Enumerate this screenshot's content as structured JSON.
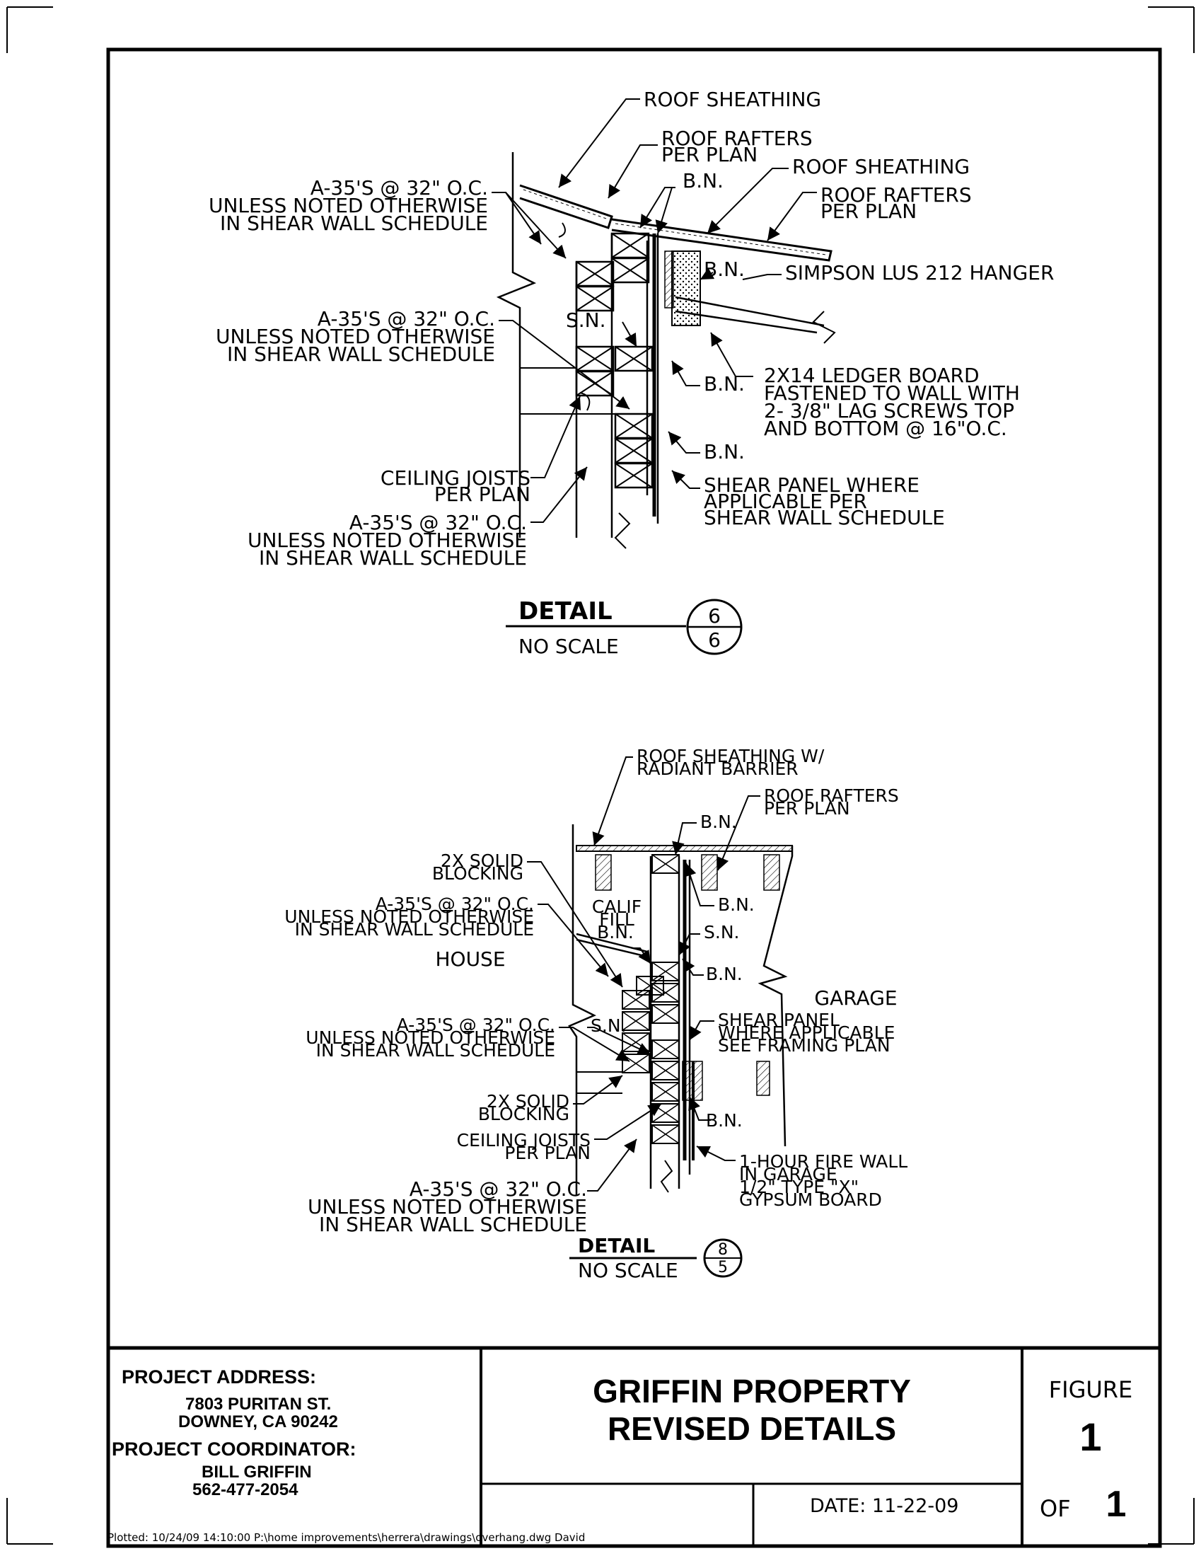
{
  "detail_6": {
    "labels": {
      "roof_sheathing_1": "ROOF SHEATHING",
      "roof_rafters_1a": "ROOF RAFTERS",
      "roof_rafters_1b": "PER PLAN",
      "bn_top": "B.N.",
      "roof_sheathing_2": "ROOF SHEATHING",
      "roof_rafters_2a": "ROOF RAFTERS",
      "roof_rafters_2b": "PER PLAN",
      "a35_1a": "A-35'S @ 32\" O.C.",
      "a35_1b": "UNLESS NOTED OTHERWISE",
      "a35_1c": "IN SHEAR WALL SCHEDULE",
      "bn_hanger": "B.N.",
      "simpson": "SIMPSON LUS 212 HANGER",
      "a35_2a": "A-35'S @ 32\" O.C.",
      "a35_2b": "UNLESS NOTED OTHERWISE",
      "a35_2c": "IN SHEAR WALL SCHEDULE",
      "sn": "S.N.",
      "ledger_a": "2X14 LEDGER BOARD",
      "ledger_b": "FASTENED TO WALL WITH",
      "ledger_c": "2- 3/8\" LAG SCREWS TOP",
      "ledger_d": "AND BOTTOM @ 16\"O.C.",
      "bn_mid": "B.N.",
      "bn_low": "B.N.",
      "ceiling_a": "CEILING JOISTS",
      "ceiling_b": "PER PLAN",
      "shear_a": "SHEAR PANEL WHERE",
      "shear_b": "APPLICABLE PER",
      "shear_c": "SHEAR WALL SCHEDULE",
      "a35_3a": "A-35'S @ 32\" O.C.",
      "a35_3b": "UNLESS NOTED OTHERWISE",
      "a35_3c": "IN SHEAR WALL SCHEDULE"
    },
    "tag": {
      "title": "DETAIL",
      "scale": "NO SCALE",
      "num_top": "6",
      "num_bottom": "6"
    }
  },
  "detail_8": {
    "labels": {
      "roof_sheath_a": "ROOF SHEATHING W/",
      "roof_sheath_b": "RADIANT BARRIER",
      "roof_rafters_a": "ROOF RAFTERS",
      "roof_rafters_b": "PER PLAN",
      "bn_top": "B.N.",
      "solid_block_1a": "2X SOLID",
      "solid_block_1b": "BLOCKING",
      "bn_2": "B.N.",
      "a35_1a": "A-35'S @ 32\" O.C.",
      "a35_1b": "UNLESS NOTED OTHERWISE",
      "a35_1c": "IN SHEAR WALL SCHEDULE",
      "calif_a": "CALIF",
      "calif_b": "FILL",
      "calif_bn": "B.N.",
      "sn_1": "S.N.",
      "house": "HOUSE",
      "bn_3": "B.N.",
      "garage": "GARAGE",
      "a35_2a": "A-35'S @ 32\" O.C.",
      "a35_2b": "UNLESS NOTED OTHERWISE",
      "a35_2c": "IN SHEAR WALL SCHEDULE",
      "sn_2": "S.N.",
      "shear_a": "SHEAR PANEL",
      "shear_b": "WHERE APPLICABLE",
      "shear_c": "SEE FRAMING PLAN",
      "solid_block_2a": "2X SOLID",
      "solid_block_2b": "BLOCKING",
      "bn_4": "B.N.",
      "ceiling_a": "CEILING JOISTS",
      "ceiling_b": "PER PLAN",
      "fire_a": "1-HOUR FIRE WALL",
      "fire_b": "IN GARAGE",
      "fire_c": "1/2\" TYPE \"X\"",
      "fire_d": "GYPSUM BOARD",
      "a35_3a": "A-35'S @ 32\" O.C.",
      "a35_3b": "UNLESS NOTED OTHERWISE",
      "a35_3c": "IN SHEAR WALL SCHEDULE"
    },
    "tag": {
      "title": "DETAIL",
      "scale": "NO SCALE",
      "num_top": "8",
      "num_bottom": "5"
    }
  },
  "title_block": {
    "address_label": "PROJECT ADDRESS:",
    "address_line1": "7803 PURITAN ST.",
    "address_line2": "DOWNEY, CA 90242",
    "coordinator_label": "PROJECT COORDINATOR:",
    "coordinator_name": "BILL GRIFFIN",
    "coordinator_phone": "562-477-2054",
    "title_line1": "GRIFFIN PROPERTY",
    "title_line2": "REVISED DETAILS",
    "date": "DATE: 11-22-09",
    "figure_label": "FIGURE",
    "figure_number": "1",
    "of_label": "OF",
    "of_number": "1"
  },
  "plot_stamp": "Plotted: 10/24/09 14:10:00 P:\\home improvements\\herrera\\drawings\\overhang.dwg  David"
}
